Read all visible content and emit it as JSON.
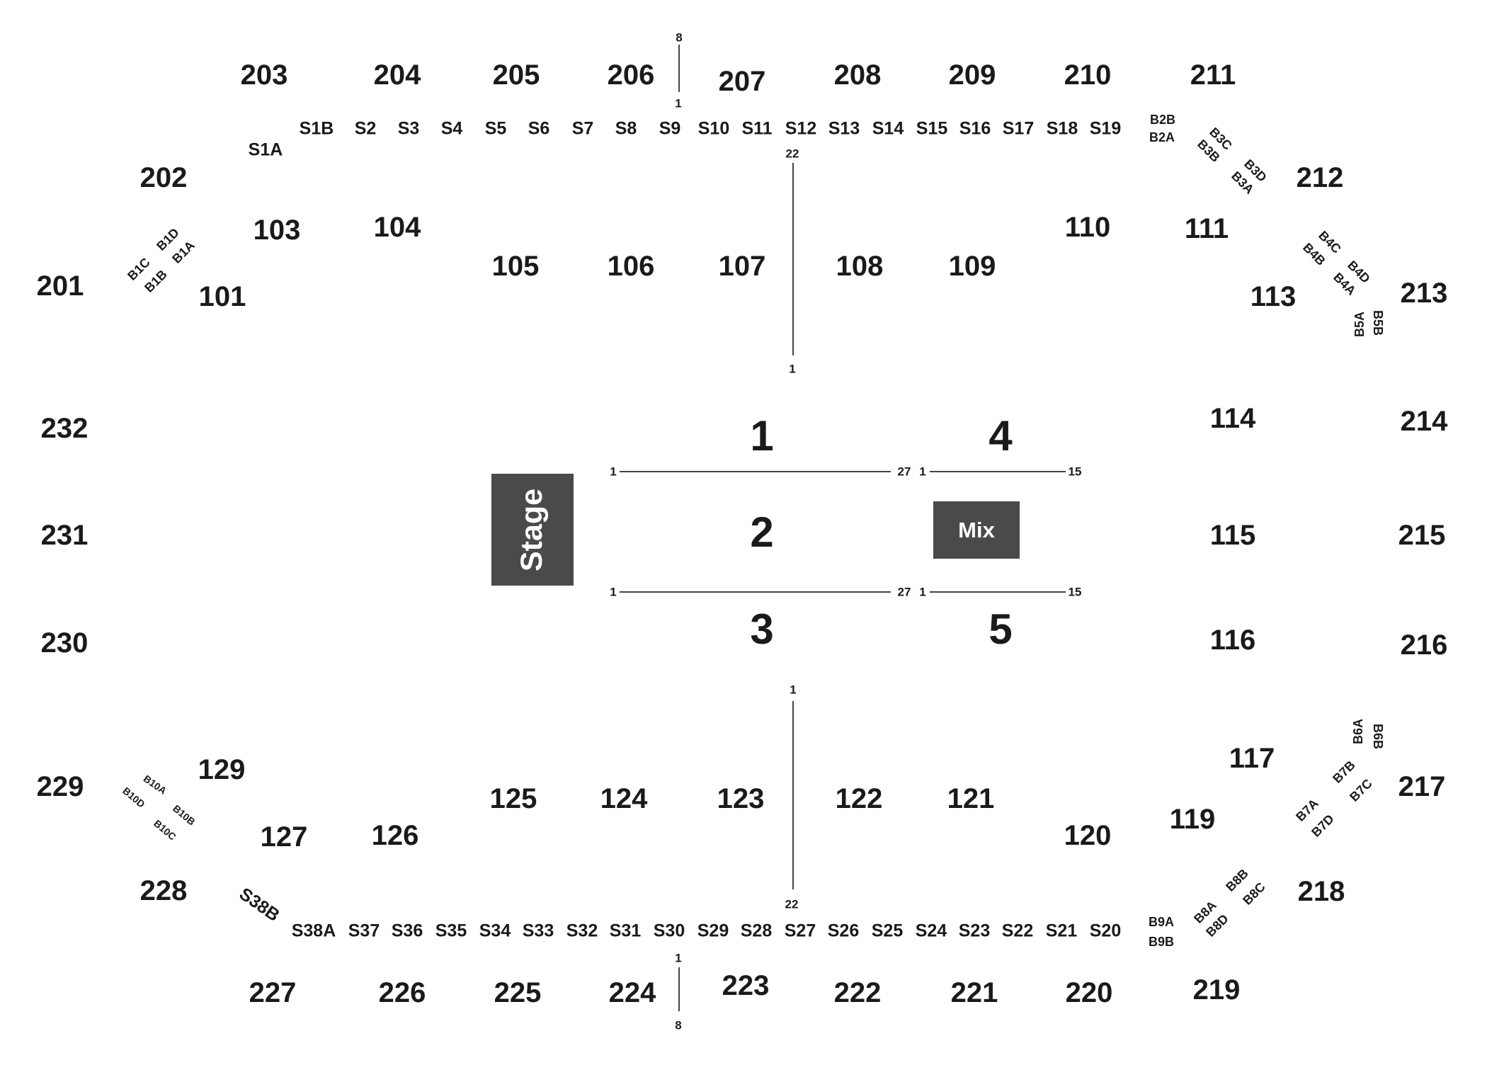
{
  "stage_label": "Stage",
  "mix_label": "Mix",
  "sections": {
    "s201": "201",
    "s202": "202",
    "s203": "203",
    "s204": "204",
    "s205": "205",
    "s206": "206",
    "s207": "207",
    "s208": "208",
    "s209": "209",
    "s210": "210",
    "s211": "211",
    "s212": "212",
    "s213": "213",
    "s214": "214",
    "s215": "215",
    "s216": "216",
    "s217": "217",
    "s218": "218",
    "s219": "219",
    "s220": "220",
    "s221": "221",
    "s222": "222",
    "s223": "223",
    "s224": "224",
    "s225": "225",
    "s226": "226",
    "s227": "227",
    "s228": "228",
    "s229": "229",
    "s230": "230",
    "s231": "231",
    "s232": "232",
    "s101": "101",
    "s103": "103",
    "s104": "104",
    "s105": "105",
    "s106": "106",
    "s107": "107",
    "s108": "108",
    "s109": "109",
    "s110": "110",
    "s111": "111",
    "s113": "113",
    "s114": "114",
    "s115": "115",
    "s116": "116",
    "s117": "117",
    "s119": "119",
    "s120": "120",
    "s121": "121",
    "s122": "122",
    "s123": "123",
    "s124": "124",
    "s125": "125",
    "s126": "126",
    "s127": "127",
    "s129": "129",
    "f1": "1",
    "f2": "2",
    "f3": "3",
    "f4": "4",
    "f5": "5"
  },
  "suites": {
    "S1A": "S1A",
    "S1B": "S1B",
    "S2": "S2",
    "S3": "S3",
    "S4": "S4",
    "S5": "S5",
    "S6": "S6",
    "S7": "S7",
    "S8": "S8",
    "S9": "S9",
    "S10": "S10",
    "S11": "S11",
    "S12": "S12",
    "S13": "S13",
    "S14": "S14",
    "S15": "S15",
    "S16": "S16",
    "S17": "S17",
    "S18": "S18",
    "S19": "S19",
    "S20": "S20",
    "S21": "S21",
    "S22": "S22",
    "S23": "S23",
    "S24": "S24",
    "S25": "S25",
    "S26": "S26",
    "S27": "S27",
    "S28": "S28",
    "S29": "S29",
    "S30": "S30",
    "S31": "S31",
    "S32": "S32",
    "S33": "S33",
    "S34": "S34",
    "S35": "S35",
    "S36": "S36",
    "S37": "S37",
    "S38A": "S38A",
    "S38B": "S38B"
  },
  "boxes": {
    "B1A": "B1A",
    "B1B": "B1B",
    "B1C": "B1C",
    "B1D": "B1D",
    "B2A": "B2A",
    "B2B": "B2B",
    "B3A": "B3A",
    "B3B": "B3B",
    "B3C": "B3C",
    "B3D": "B3D",
    "B4A": "B4A",
    "B4B": "B4B",
    "B4C": "B4C",
    "B4D": "B4D",
    "B5A": "B5A",
    "B5B": "B5B",
    "B6A": "B6A",
    "B6B": "B6B",
    "B7A": "B7A",
    "B7B": "B7B",
    "B7C": "B7C",
    "B7D": "B7D",
    "B8A": "B8A",
    "B8B": "B8B",
    "B8C": "B8C",
    "B8D": "B8D",
    "B9A": "B9A",
    "B9B": "B9B",
    "B10A": "B10A",
    "B10B": "B10B",
    "B10C": "B10C",
    "B10D": "B10D"
  },
  "rows": {
    "r206_top": "8",
    "r206_bot": "1",
    "r107_top": "22",
    "r107_bot": "1",
    "r123_top": "1",
    "r123_bot": "22",
    "r224_top": "1",
    "r224_bot": "8",
    "r1_left": "1",
    "r1_right": "27",
    "r4_left": "1",
    "r4_right": "15",
    "r3_left": "1",
    "r3_right": "27",
    "r5_left": "1",
    "r5_right": "15"
  }
}
